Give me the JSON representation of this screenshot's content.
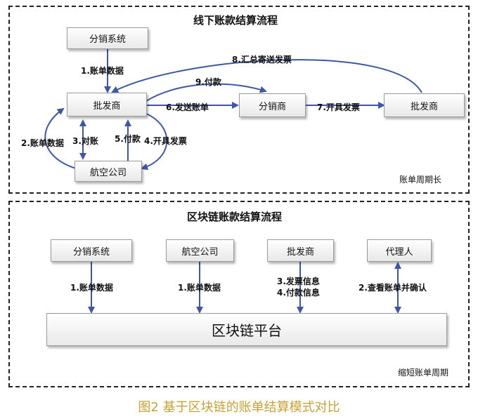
{
  "top": {
    "title": "线下账款结算流程",
    "note": "账单周期长",
    "nodes": {
      "distribution_system": "分销系统",
      "wholesaler_left": "批发商",
      "distributor": "分销商",
      "wholesaler_right": "批发商",
      "airline": "航空公司"
    },
    "edges": {
      "e1": "1.账单数据",
      "e2": "2.账单数据",
      "e3": "3.对账",
      "e4": "4.开具发票",
      "e5": "5.付款",
      "e6": "6.发送账单",
      "e7": "7.开具发票",
      "e8": "8.汇总寄送发票",
      "e9": "9.付款"
    }
  },
  "bottom": {
    "title": "区块链账款结算流程",
    "note": "缩短账单周期",
    "nodes": {
      "distribution_system": "分销系统",
      "airline": "航空公司",
      "wholesaler": "批发商",
      "agent": "代理人"
    },
    "platform": "区块链平台",
    "edges": {
      "d1": "1.账单数据",
      "a1": "1.账单数据",
      "w3": "3.发票信息",
      "w4": "4.付款信息",
      "ag2": "2.查看账单并确认"
    }
  },
  "caption": "图2 基于区块链的账单结算模式对比",
  "colors": {
    "arrow": "#3d57a6",
    "caption": "#c8a231",
    "border": "#222222"
  }
}
